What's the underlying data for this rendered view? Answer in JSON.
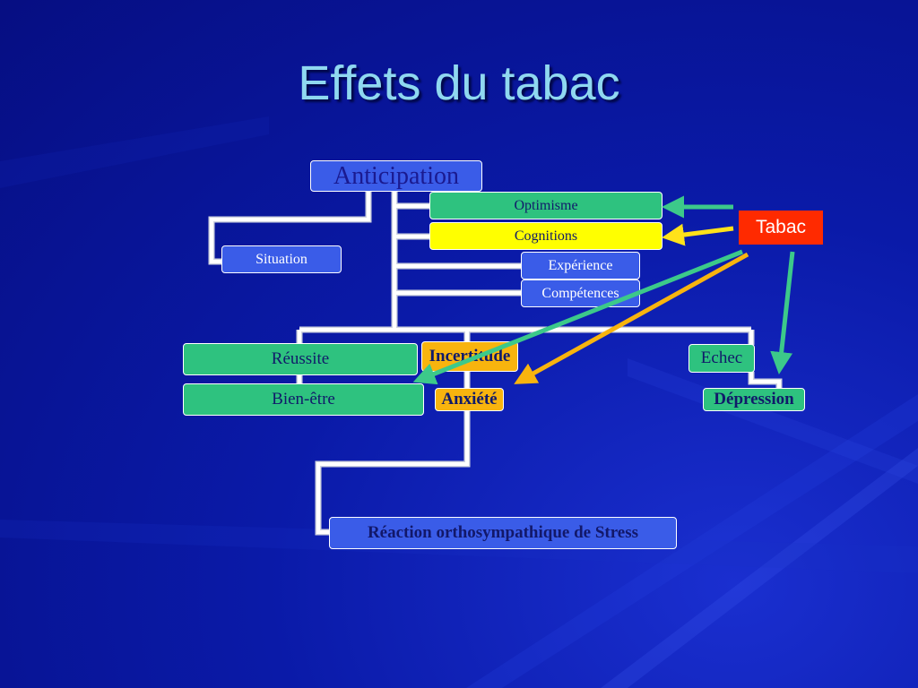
{
  "title": "Effets du tabac",
  "nodes": {
    "anticipation": "Anticipation",
    "optimisme": "Optimisme",
    "cognitions": "Cognitions",
    "experience": "Expérience",
    "competences": "Compétences",
    "situation": "Situation",
    "reussite": "Réussite",
    "bien_etre": "Bien-être",
    "incertitude": "Incertitude",
    "anxiete": "Anxiété",
    "echec": "Echec",
    "depression": "Dépression",
    "reaction": "Réaction orthosympathique de Stress",
    "tabac": "Tabac"
  },
  "colors": {
    "background": "#0a1aa8",
    "title": "#8fd8f0",
    "blue_box": "#3a5ce8",
    "green_box": "#2ec27f",
    "yellow_box": "#ffff00",
    "orange_box": "#f8b40e",
    "tabac_box": "#ff2a00",
    "green_arrow": "#3cc98a",
    "yellow_arrow": "#ffe21a",
    "orange_arrow": "#f8b40e"
  }
}
